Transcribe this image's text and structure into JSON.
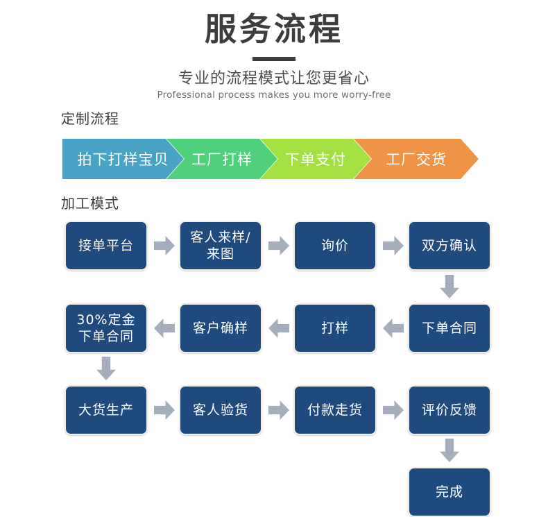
{
  "header": {
    "title": "服务流程",
    "subtitle_cn": "专业的流程模式让您更省心",
    "subtitle_en": "Professional process makes you more worry-free"
  },
  "sections": {
    "custom_flow_label": "定制流程",
    "process_mode_label": "加工模式"
  },
  "chevron_band": {
    "steps": [
      {
        "label": "拍下打样宝贝",
        "color": "#4aa3c4"
      },
      {
        "label": "工厂打样",
        "color": "#4fd07a"
      },
      {
        "label": "下单支付",
        "color": "#a5e043"
      },
      {
        "label": "工厂交货",
        "color": "#ef9446"
      }
    ]
  },
  "flowchart": {
    "node_color": "#1f4a7d",
    "node_border_color": "#f2efe6",
    "arrow_color": "#a6aebd",
    "nodes": [
      {
        "id": "n1",
        "label": "接单平台"
      },
      {
        "id": "n2",
        "label": "客人来样/\n来图"
      },
      {
        "id": "n2a",
        "line1": "客人来样/",
        "line2": "来图"
      },
      {
        "id": "n3",
        "label": "询价"
      },
      {
        "id": "n4",
        "label": "双方确认"
      },
      {
        "id": "n5",
        "label": "下单合同"
      },
      {
        "id": "n6",
        "label": "打样"
      },
      {
        "id": "n7",
        "label": "客户确样"
      },
      {
        "id": "n8a",
        "line1": "30%定金",
        "line2": "下单合同"
      },
      {
        "id": "n9",
        "label": "大货生产"
      },
      {
        "id": "n10",
        "label": "客人验货"
      },
      {
        "id": "n11",
        "label": "付款走货"
      },
      {
        "id": "n12",
        "label": "评价反馈"
      },
      {
        "id": "n13",
        "label": "完成"
      }
    ],
    "arrows": [
      {
        "id": "a1",
        "direction": "right"
      },
      {
        "id": "a2",
        "direction": "right"
      },
      {
        "id": "a3",
        "direction": "right"
      },
      {
        "id": "a4",
        "direction": "down"
      },
      {
        "id": "a5",
        "direction": "left"
      },
      {
        "id": "a6",
        "direction": "left"
      },
      {
        "id": "a7",
        "direction": "left"
      },
      {
        "id": "a8",
        "direction": "down"
      },
      {
        "id": "a9",
        "direction": "right"
      },
      {
        "id": "a10",
        "direction": "right"
      },
      {
        "id": "a11",
        "direction": "right"
      },
      {
        "id": "a12",
        "direction": "down"
      }
    ]
  }
}
